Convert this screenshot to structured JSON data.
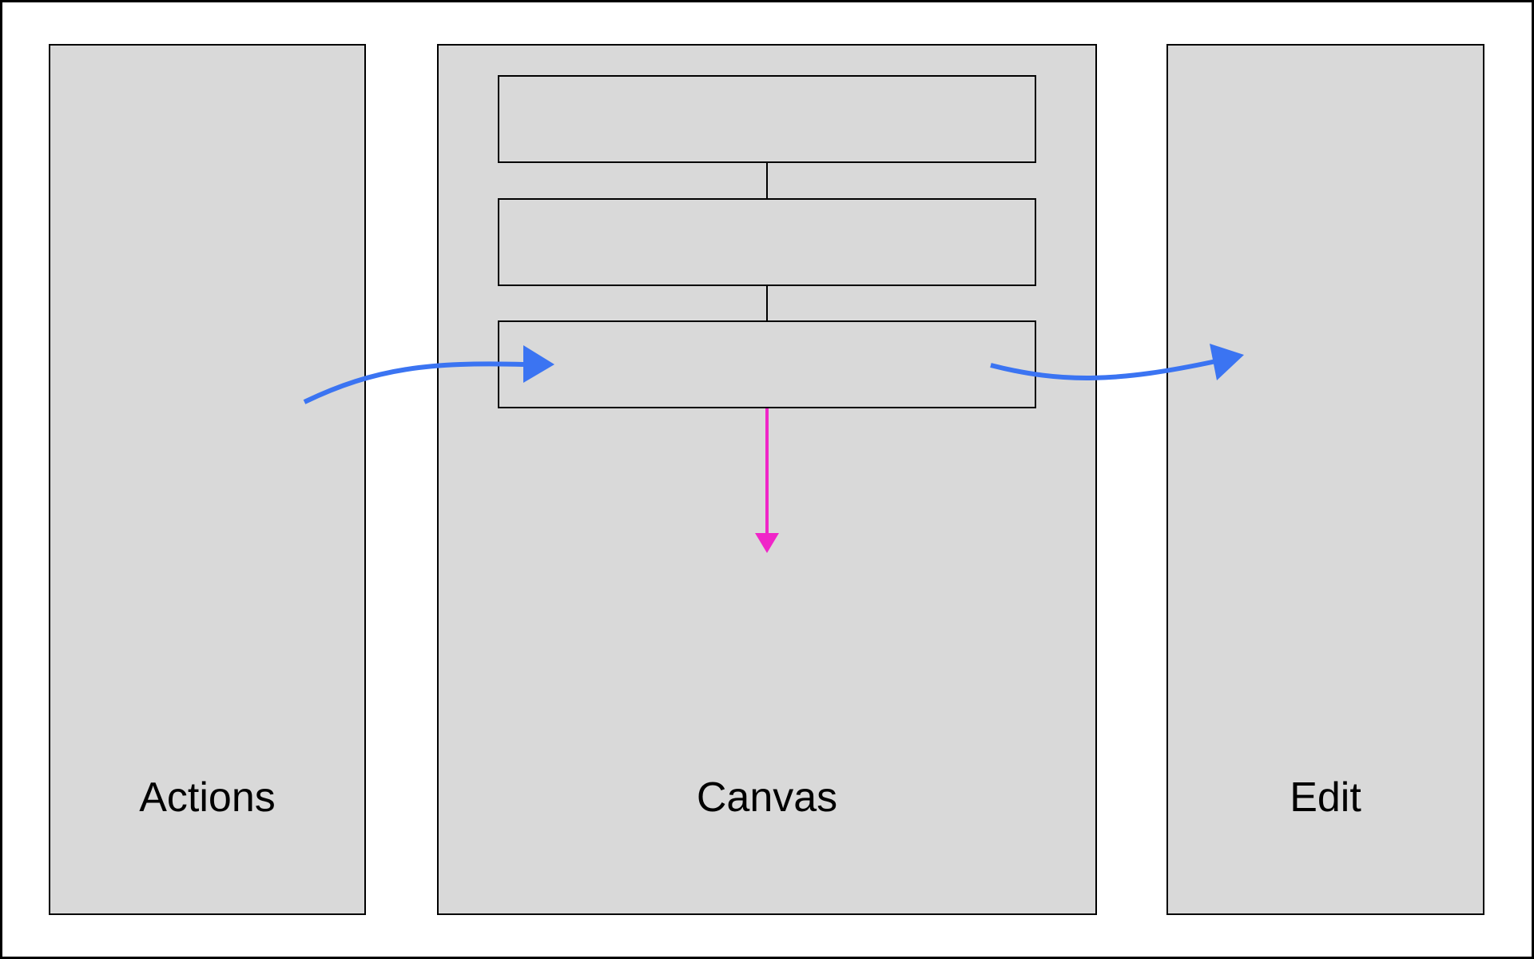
{
  "panels": {
    "actions": {
      "label": "Actions"
    },
    "canvas": {
      "label": "Canvas"
    },
    "edit": {
      "label": "Edit"
    }
  },
  "colors": {
    "panel_fill": "#d9d9d9",
    "border": "#000000",
    "flow_arrow": "#3b74f2",
    "down_arrow": "#f025c8",
    "background": "#ffffff"
  },
  "blocks": [
    {
      "name": "canvas-block-1"
    },
    {
      "name": "canvas-block-2"
    },
    {
      "name": "canvas-block-3"
    }
  ]
}
